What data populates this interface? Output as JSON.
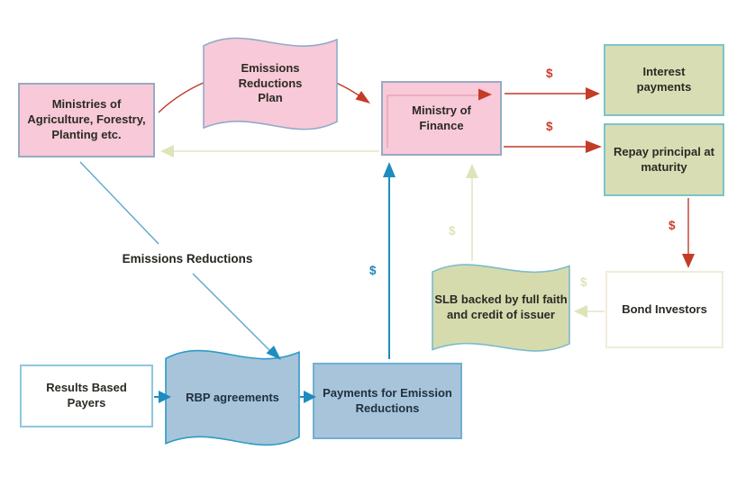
{
  "colors": {
    "pink_fill": "#f8c9d8",
    "pink_border": "#97aac3",
    "green_fill": "#d9ddb4",
    "green_border": "#7cc3ca",
    "olive_fill": "#d6dbae",
    "blue_fill": "#a7c4da",
    "blue_wave_border": "#2e9bc5",
    "blue_box_border": "#6fb0d2",
    "white_box_border_blue": "#8ec7dd",
    "white_box_border_tan": "#f0ecd8",
    "arrow_red": "#bf3a26",
    "arrow_blue": "#1e8cbe",
    "arrow_tan": "#e3e6c4",
    "text_dark": "#2b2a24"
  },
  "nodes": {
    "ministries": {
      "label": "Ministries of\nAgriculture, Forestry,\nPlanting etc."
    },
    "emissions_plan": {
      "label": "Emissions\nReductions\nPlan"
    },
    "ministry_finance": {
      "label": "Ministry of\nFinance"
    },
    "interest": {
      "label": "Interest\npayments"
    },
    "repay": {
      "label": "Repay principal at\nmaturity"
    },
    "bond_investors": {
      "label": "Bond Investors"
    },
    "slb": {
      "label": "SLB backed by full faith\nand credit of issuer"
    },
    "results_payers": {
      "label": "Results Based\nPayers"
    },
    "rbp_agreements": {
      "label": "RBP agreements"
    },
    "payments": {
      "label": "Payments for Emission\nReductions"
    }
  },
  "labels": {
    "emissions_reductions": "Emissions Reductions",
    "dollar": "$"
  }
}
